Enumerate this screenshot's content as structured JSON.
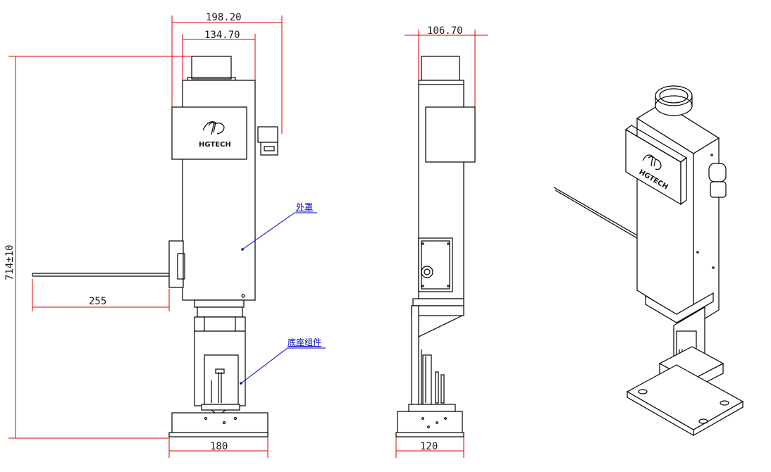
{
  "dimensions": {
    "front_total_width": "198.20",
    "front_body_width": "134.70",
    "side_width": "106.70",
    "total_height": "714±10",
    "rod_length": "255",
    "front_base_width": "180",
    "side_base_width": "120"
  },
  "callouts": {
    "cover": "外罩",
    "base_assembly": "底座组件"
  },
  "logo_text": {
    "front": "HGTECH",
    "iso": "HGTECH"
  },
  "colors": {
    "dimension_line": "#e00000",
    "leader_line": "#0000cc",
    "outline": "#000000"
  }
}
